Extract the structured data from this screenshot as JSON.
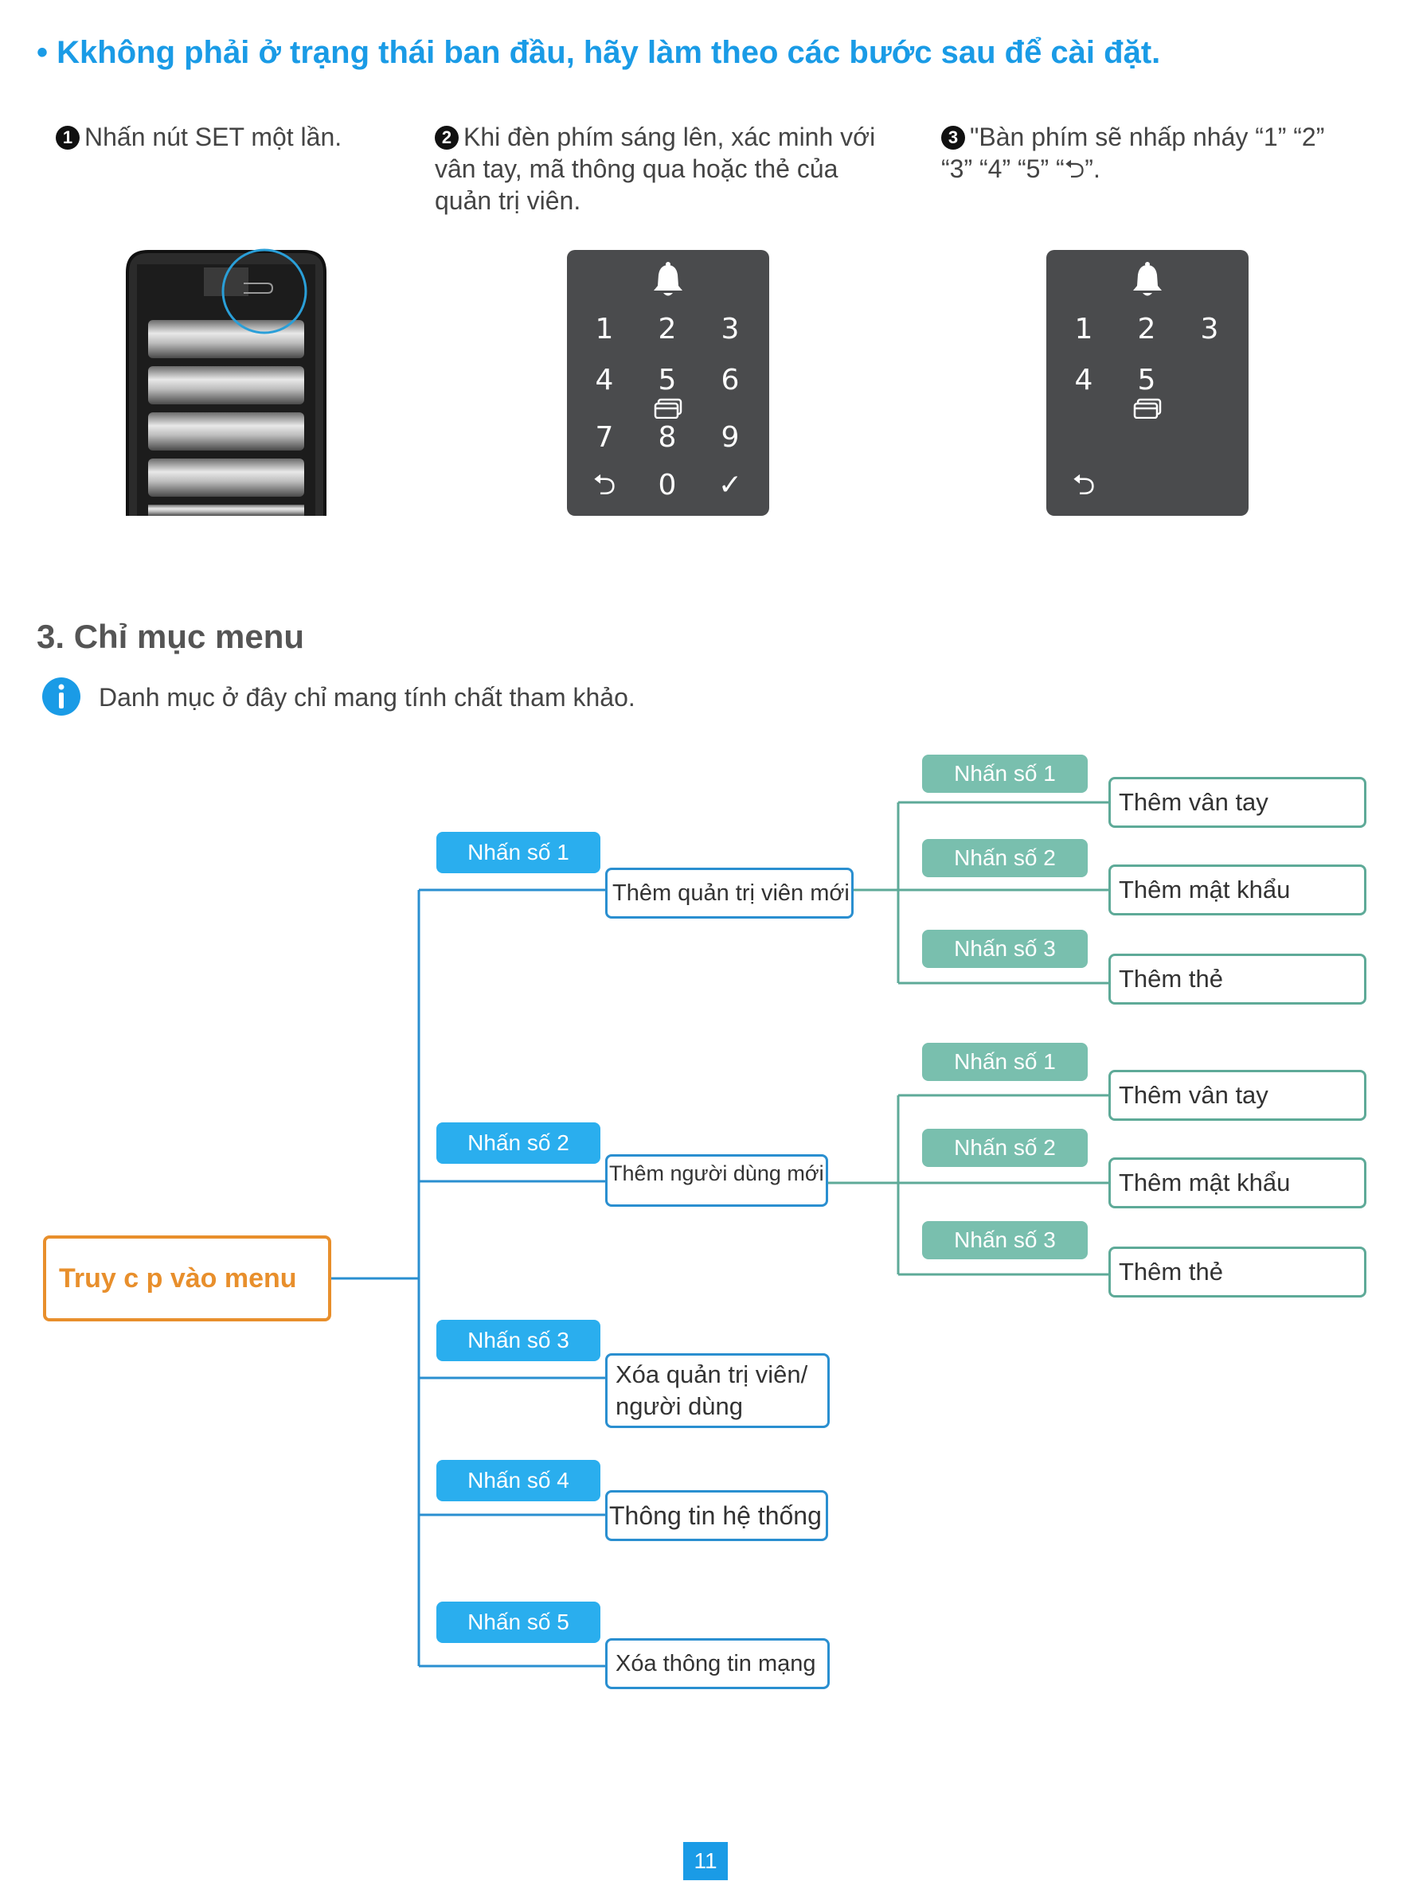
{
  "header": {
    "bullet": "•",
    "title": "Kkhông phải ở trạng thái ban đầu, hãy làm theo các bước sau để cài đặt."
  },
  "steps": [
    {
      "num": "1",
      "text": "Nhấn nút SET một lần."
    },
    {
      "num": "2",
      "text": "Khi đèn phím sáng lên, xác minh với vân tay, mã thông qua hoặc thẻ của quản trị viên."
    },
    {
      "num": "3",
      "text": "\"Bàn phím sẽ nhấp nháy “1” “2” “3” “4” “5” “⮌”."
    }
  ],
  "keypad_full": {
    "keys": [
      "1",
      "2",
      "3",
      "4",
      "5",
      "6",
      "7",
      "8",
      "9",
      "⮌",
      "0",
      "✓"
    ],
    "icons": [
      "bell-icon",
      "card-icon"
    ]
  },
  "keypad_blink": {
    "keys": [
      "1",
      "2",
      "3",
      "4",
      "5",
      "⮌"
    ],
    "icons": [
      "bell-icon",
      "card-icon"
    ]
  },
  "section": {
    "title": "3. Chỉ mục menu",
    "note": "Danh mục ở đây chỉ mang tính chất tham khảo."
  },
  "tree": {
    "root": "Truy c p vào menu",
    "branches": [
      {
        "press": "Nhấn số 1",
        "label": "Thêm quản trị viên mới",
        "children": [
          {
            "press": "Nhấn số 1",
            "label": "Thêm vân tay"
          },
          {
            "press": "Nhấn số 2",
            "label": "Thêm mật khẩu"
          },
          {
            "press": "Nhấn số 3",
            "label": "Thêm thẻ"
          }
        ]
      },
      {
        "press": "Nhấn số 2",
        "label": "Thêm người dùng mới",
        "children": [
          {
            "press": "Nhấn số 1",
            "label": "Thêm vân tay"
          },
          {
            "press": "Nhấn số 2",
            "label": "Thêm mật khẩu"
          },
          {
            "press": "Nhấn số 3",
            "label": "Thêm thẻ"
          }
        ]
      },
      {
        "press": "Nhấn số 3",
        "label": "Xóa quản trị viên/ người dùng"
      },
      {
        "press": "Nhấn số 4",
        "label": "Thông tin hệ thống"
      },
      {
        "press": "Nhấn số 5",
        "label": "Xóa thông tin mạng"
      }
    ]
  },
  "page_number": "11",
  "colors": {
    "accent_blue": "#1a9be6",
    "line_blue": "#2a8fd0",
    "line_green": "#5eaa98",
    "root_orange": "#e88f2c"
  }
}
